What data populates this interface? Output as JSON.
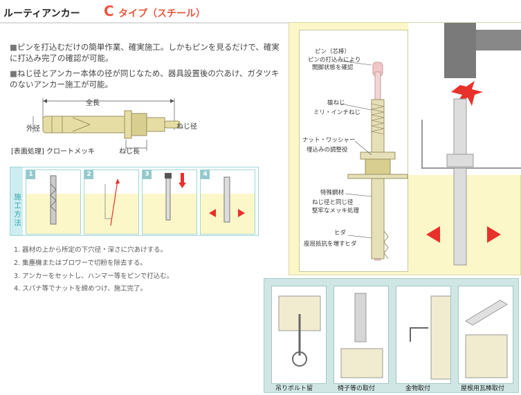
{
  "header": {
    "title": "ルーティアンカー",
    "type_letter": "C",
    "type_sub": "タイプ（スチール）"
  },
  "features": [
    {
      "bullet": "■",
      "text": "ピンを打込むだけの簡単作業、確実施工。しかもピンを見るだけで、確実に打込み完了の確認が可能。"
    },
    {
      "bullet": "■",
      "text": "ねじ径とアンカー本体の径が同じなため、器具設置後の穴あけ、ガタツキのないアンカー施工が可能。"
    }
  ],
  "bolt": {
    "total_length": "全長",
    "outer_diameter": "外径",
    "thread_diameter": "ねじ径",
    "surface": "[表面処理] クロートメッキ",
    "thread_length": "ねじ長"
  },
  "steps": {
    "side_label": "施工方法",
    "numbers": [
      "1",
      "2",
      "3",
      "4"
    ]
  },
  "instructions": [
    "1.  器材の上から所定の下穴径・深さに穴あけする。",
    "2.  集塵機またはブロワーで切粉を除去する。",
    "3.  アンカーをセットし、ハンマー等をピンで打込む。",
    "4.  スパナ等でナットを締めつけ、施工完了。"
  ],
  "parts": {
    "pin": "ピン（芯棒）",
    "pin_desc1": "ピンの打込みにより",
    "pin_desc2": "開脚状態を確認",
    "male": "雄ねじ",
    "male_desc": "ミリ・インチねじ",
    "nut": "ナット・ワッシャー",
    "nut_desc": "埋込みの調整役",
    "steel": "特殊鋼材",
    "steel_desc1": "ねじ径と同じ径",
    "steel_desc2": "堅牢なメッキ処理",
    "fin": "ヒダ",
    "fin_desc": "座屈抵抗を増すヒダ"
  },
  "applications": [
    "吊りボルト留",
    "椅子等の取付",
    "金物取付",
    "屋根用瓦棒取付"
  ],
  "colors": {
    "accent": "#e8573f",
    "teal": "#34a3ab",
    "ground": "#fbf7c8",
    "arrow": "#e8312a"
  }
}
